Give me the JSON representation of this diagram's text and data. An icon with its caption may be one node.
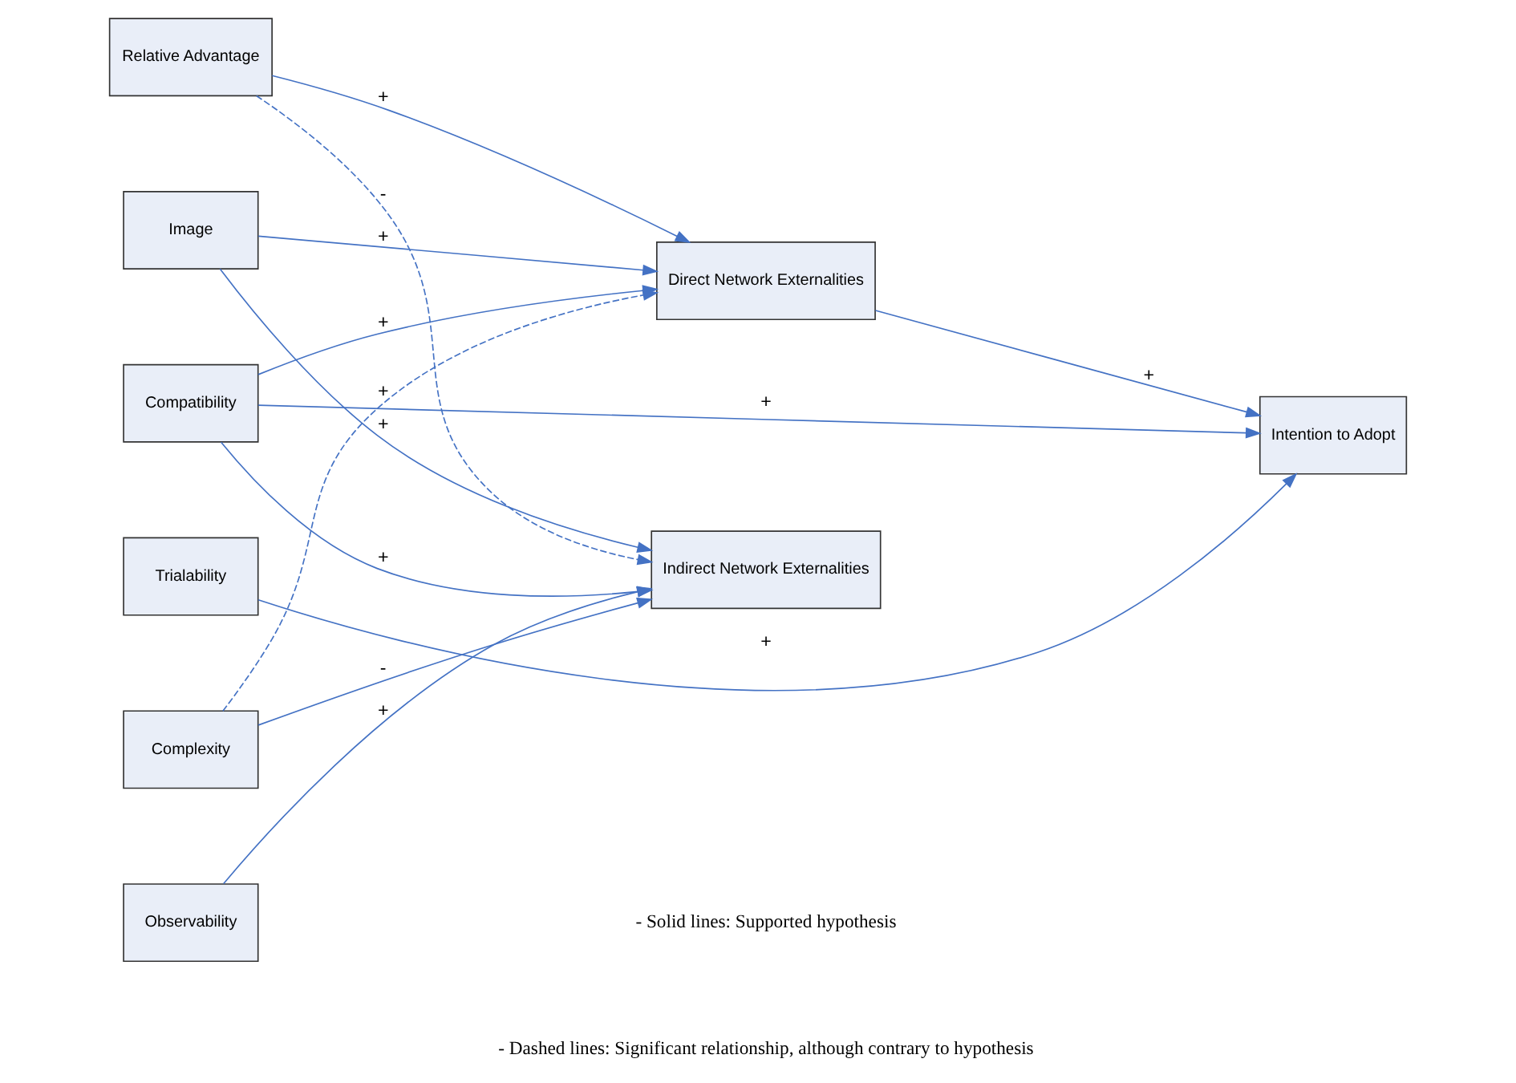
{
  "diagram": {
    "nodes": [
      {
        "text": [
          "Relative Advantage"
        ]
      },
      {
        "text": [
          "Image"
        ]
      },
      {
        "text": [
          "Compatibility"
        ]
      },
      {
        "text": [
          "Trialability"
        ]
      },
      {
        "text": [
          "Complexity"
        ]
      },
      {
        "text": [
          "Observability"
        ]
      },
      {
        "text": [
          "Direct Network Externalities"
        ]
      },
      {
        "text": [
          "Indirect Network Externalities"
        ]
      },
      {
        "text": [
          "Intention to Adopt"
        ]
      }
    ],
    "edges": [
      {
        "from": 0,
        "to": 6,
        "arrow": "to",
        "label": "+"
      },
      {
        "from": 1,
        "to": 6,
        "arrow": "to",
        "label": "+"
      },
      {
        "from": 2,
        "to": 6,
        "arrow": "to",
        "label": "+"
      },
      {
        "from": 4,
        "to": 6,
        "arrow": "to",
        "label": "+",
        "style": "dashed"
      },
      {
        "from": 0,
        "to": 7,
        "arrow": "to",
        "label": "-",
        "style": "dashed"
      },
      {
        "from": 1,
        "to": 7,
        "arrow": "to",
        "label": "+"
      },
      {
        "from": 2,
        "to": 7,
        "arrow": "to",
        "label": "+"
      },
      {
        "from": 4,
        "to": 7,
        "arrow": "to",
        "label": "-"
      },
      {
        "from": 5,
        "to": 7,
        "arrow": "to",
        "label": "+"
      },
      {
        "from": 6,
        "to": 8,
        "arrow": "to",
        "label": "+"
      },
      {
        "from": 2,
        "to": 8,
        "arrow": "to",
        "label": "+"
      },
      {
        "from": 3,
        "to": 8,
        "arrow": "to",
        "label": "+"
      }
    ],
    "labels": [
      "- Solid lines: Supported hypothesis",
      "- Dashed lines: Significant relationship, although contrary to hypothesis"
    ]
  }
}
